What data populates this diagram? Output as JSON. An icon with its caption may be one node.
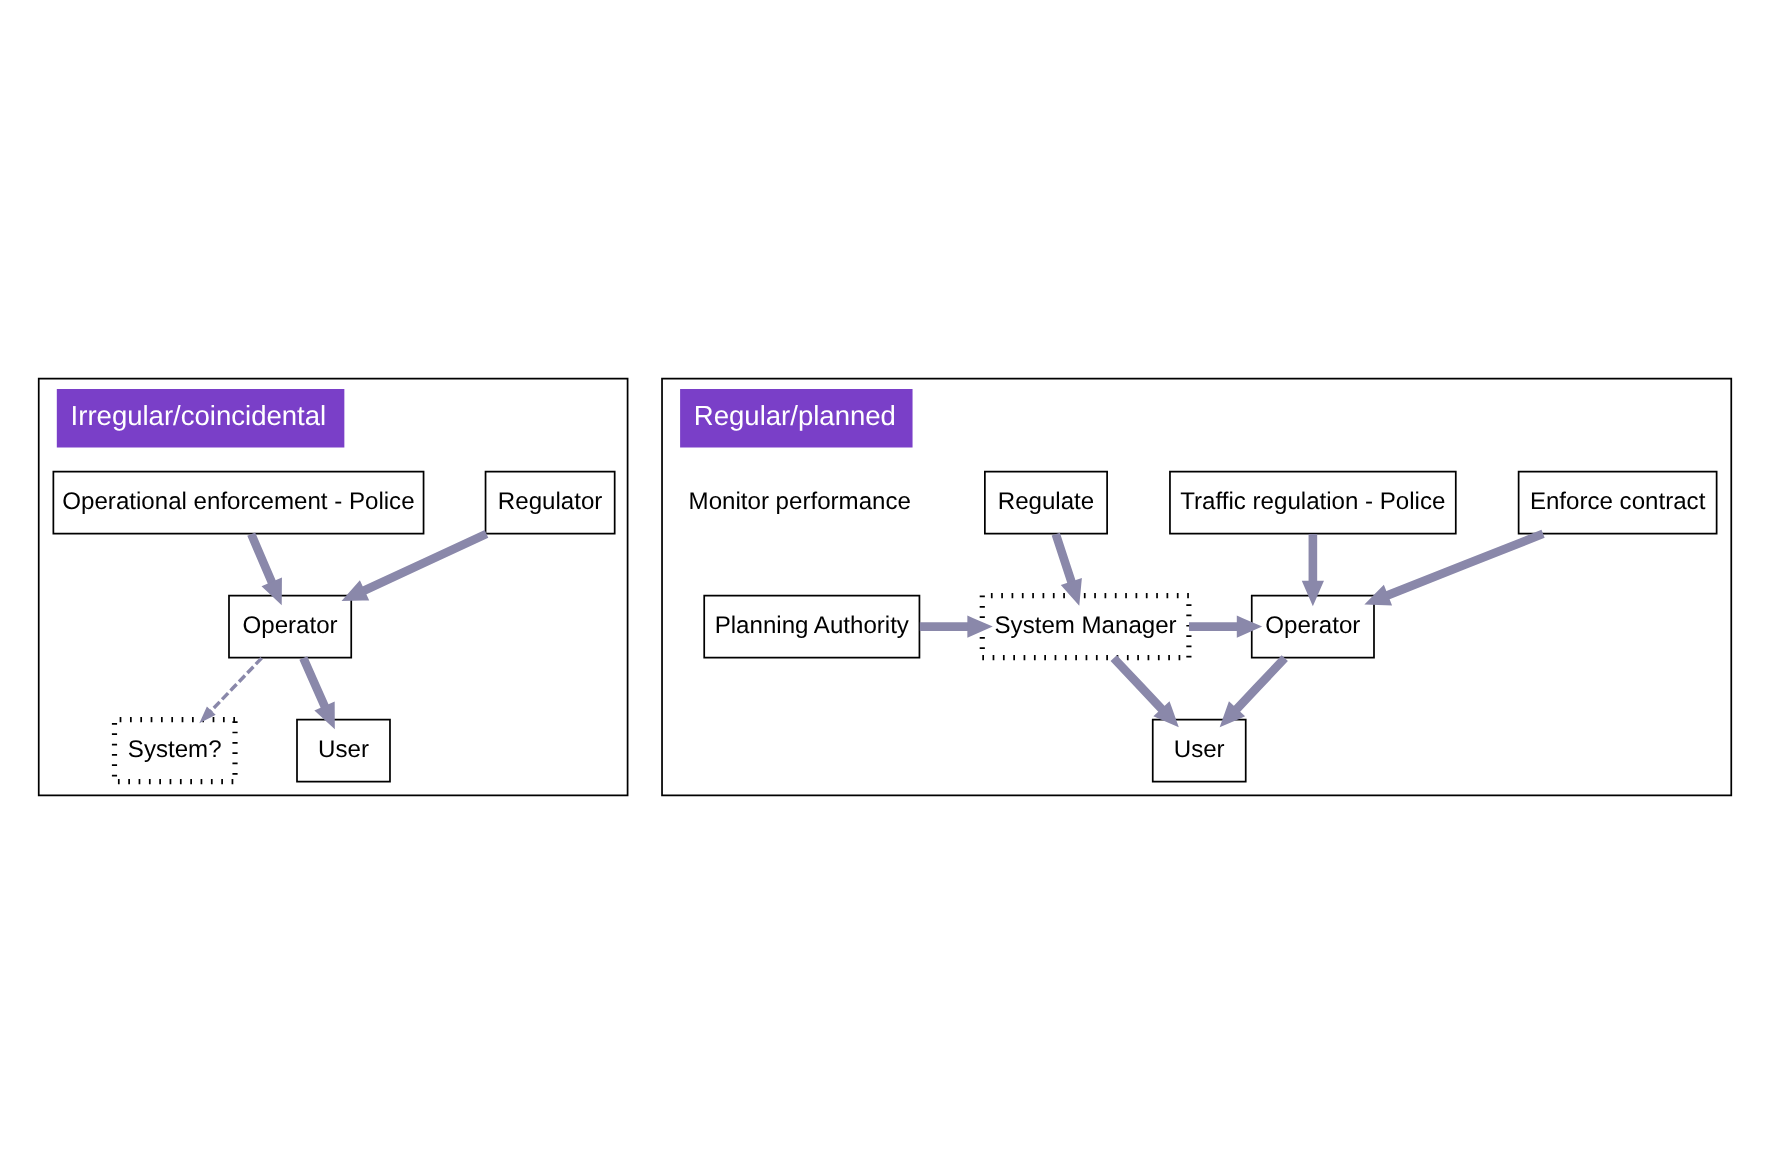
{
  "diagram": {
    "nodes": [
      {
        "text": [
          "Irregular/coincidental"
        ]
      },
      {
        "text": [
          "Regulator"
        ],
        "in": 0
      },
      {
        "text": [
          "Operator"
        ],
        "in": 0
      },
      {
        "text": [
          "Operational enforcement - Police"
        ],
        "in": 0
      },
      {
        "text": [
          "System?"
        ],
        "in": 0
      },
      {
        "text": [
          "User"
        ],
        "in": 0
      },
      {
        "text": [
          "Regular/planned"
        ]
      },
      {
        "text": [
          "Regulate"
        ],
        "in": 6
      },
      {
        "text": [
          "Enforce contract"
        ],
        "in": 6
      },
      {
        "text": [
          "Traffic regulation - Police"
        ],
        "in": 6
      },
      {
        "text": [
          "Planning Authority"
        ],
        "in": 6
      },
      {
        "text": [
          "System Manager"
        ],
        "in": 6
      },
      {
        "text": [
          "Operator"
        ],
        "in": 6
      },
      {
        "text": [
          "User"
        ],
        "in": 6
      }
    ],
    "edges": [
      {
        "from": 1,
        "to": 2,
        "arrow": "to"
      },
      {
        "from": 3,
        "to": 2,
        "arrow": "to"
      },
      {
        "from": 2,
        "to": 4,
        "arrow": "to",
        "style": "dashed"
      },
      {
        "from": 2,
        "to": 5,
        "arrow": "to"
      },
      {
        "from": 7,
        "to": 11,
        "arrow": "to"
      },
      {
        "from": 8,
        "to": 12,
        "arrow": "to"
      },
      {
        "from": 9,
        "to": 12,
        "arrow": "to"
      },
      {
        "from": 10,
        "to": 11,
        "arrow": "to"
      },
      {
        "from": 11,
        "to": 12,
        "arrow": "to"
      },
      {
        "from": 11,
        "to": 13,
        "arrow": "to"
      },
      {
        "from": 12,
        "to": 13,
        "arrow": "to"
      }
    ],
    "labels": [
      "Monitor performance"
    ]
  }
}
